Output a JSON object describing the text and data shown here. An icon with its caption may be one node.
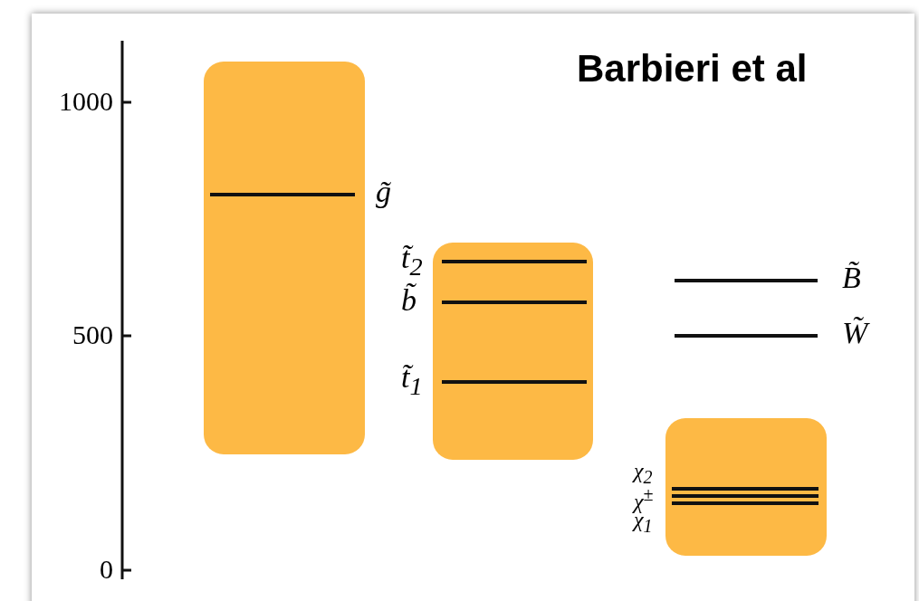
{
  "diagram": {
    "title": "Barbieri et al",
    "nodes": [
      {
        "text": [],
        "shape": "box",
        "beside": [
          "g̃"
        ]
      },
      {
        "text": [],
        "shape": "box",
        "beside": [
          "t̃$_{2}$",
          "b̃",
          "t̃$_{1}$"
        ]
      },
      {
        "text": [],
        "shape": "box",
        "beside": [
          "χ$_{2}$",
          "χ$^{±}$",
          "χ$_{1}$"
        ]
      }
    ],
    "edges": [],
    "labels": [
      "1000",
      "500",
      "0",
      "B̃",
      "W̃"
    ]
  }
}
